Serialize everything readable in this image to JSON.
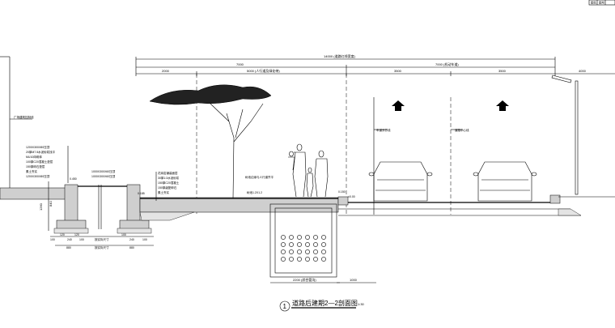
{
  "title_block": {
    "cells": [
      "图名",
      "图号"
    ]
  },
  "dimensions": {
    "total": "14000 (道路红线宽度)",
    "left_half": "7000",
    "right_half": "7000 (机动车道)",
    "seg_2000": "2000",
    "seg_5000": "5000 (人行道及绿化带)",
    "lane1": "3500",
    "lane2": "3500",
    "right_4000": "4000",
    "trench_width": "2200 (综合管沟)",
    "trench_side": "1000",
    "wall_height": "1260",
    "wall_inner": "840",
    "footing_left": [
      "100",
      "120",
      "240",
      "120",
      "100"
    ],
    "footing_right": [
      "100",
      "240",
      "100"
    ],
    "footing_total_left": "880",
    "footing_total_right": "880",
    "gap_label": "按实际尺寸"
  },
  "elevations": {
    "wall_top": "0.450",
    "sidewalk": "0.185",
    "curb": "0.150",
    "road": "±0.00"
  },
  "labels": {
    "building_line": "广场建筑控制线",
    "wall_layers": [
      "1200X300X80压顶",
      "20厚M7.5水泥砂浆找平",
      "MU10砖砌体",
      "100厚C20混凝土垫层",
      "150厚碎石垫层",
      "素土夯实",
      "1200X300X80压顶"
    ],
    "wall_layers_2": [
      "1000X300X60压顶",
      "1000X300X60压顶"
    ],
    "sidewalk_layers": [
      "花岗岩铺装面层",
      "30厚1:3水泥砂浆",
      "150厚C20混凝土",
      "150厚级配碎石",
      "素土夯实"
    ],
    "tree_pit": "树池1.2X1.2",
    "curb_note": "树池边缘与人行道齐平",
    "lane_line_1": "车道分界线",
    "lane_line_2": "道路中心线"
  },
  "caption": {
    "number": "1",
    "title": "道路后建期2—2剖面图",
    "scale": "1:30"
  }
}
